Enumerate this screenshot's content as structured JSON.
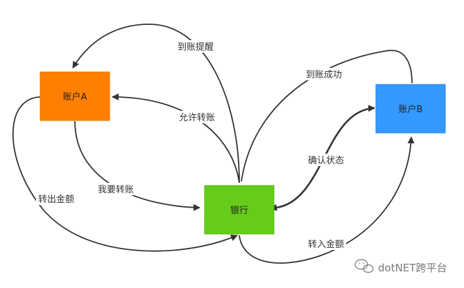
{
  "nodes": {
    "account_a": {
      "label": "账户A",
      "color": "#FF8000"
    },
    "account_b": {
      "label": "账户B",
      "color": "#3399FF"
    },
    "bank": {
      "label": "银行",
      "color": "#66CC1A"
    }
  },
  "edges": {
    "arrival_reminder": "到账提醒",
    "allow_transfer": "允许转账",
    "i_want_transfer": "我要转账",
    "transfer_out_amount": "转出金额",
    "arrival_success": "到账成功",
    "confirm_status": "确认状态",
    "transfer_in_amount": "转入金额"
  },
  "watermark": {
    "text": "dotNET跨平台",
    "icon": "wechat-icon"
  }
}
